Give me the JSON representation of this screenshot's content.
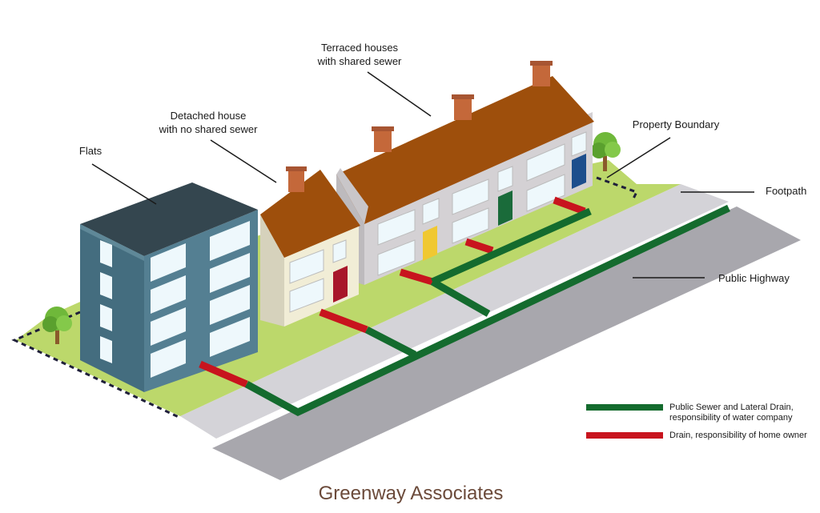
{
  "labels": {
    "terraced": [
      "Terraced houses",
      "with shared sewer"
    ],
    "detached": [
      "Detached house",
      "with no shared sewer"
    ],
    "flats": "Flats",
    "boundary": "Property Boundary",
    "footpath": "Footpath",
    "highway": "Public Highway"
  },
  "legend": {
    "sewer": {
      "color": "#146b2e",
      "lines": [
        "Public Sewer and Lateral Drain,",
        "responsibility of water company"
      ]
    },
    "drain": {
      "color": "#c8141e",
      "lines": [
        "Drain, responsibility of home owner"
      ]
    }
  },
  "brand": "Greenway Associates",
  "colors": {
    "road": "#a8a7ad",
    "footpath": "#d4d3d8",
    "grass": "#bcd86b",
    "roof": "#9e4f0c",
    "chimney": "#c4683a",
    "wall_terrace": "#d4d1d4",
    "wall_detached": "#f1edd6",
    "flats": "#547f92",
    "flats_roof": "#34464f",
    "window": "#eef8fc",
    "door_red": "#a8162a",
    "door_yellow": "#f0c832",
    "door_green": "#1a6b3a",
    "door_blue": "#1d4e8c"
  }
}
